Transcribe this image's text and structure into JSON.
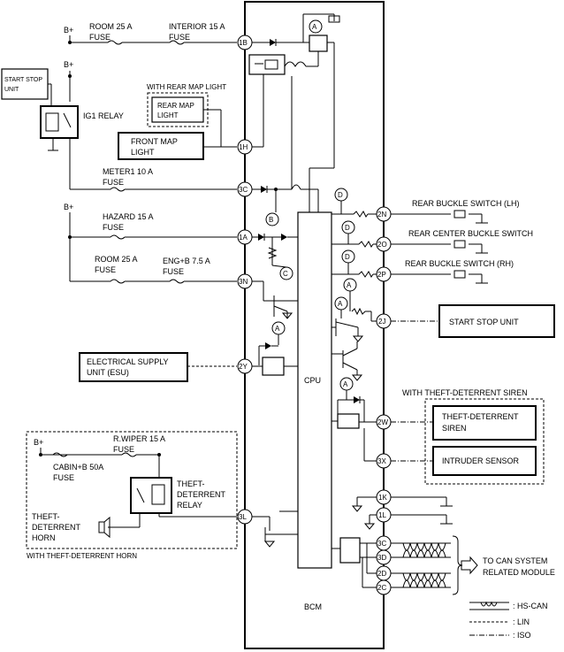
{
  "module": {
    "bcm_label": "BCM",
    "cpu_label": "CPU"
  },
  "power": {
    "b_plus": "B+"
  },
  "fuses": {
    "room_25a": "ROOM 25 A",
    "interior_15a": "INTERIOR 15 A",
    "meter1_10a": "METER1 10 A",
    "hazard_15a": "HAZARD 15 A",
    "room_25a_2": "ROOM 25 A",
    "eng_b_7_5a": "ENG+B 7.5 A",
    "r_wiper_15a": "R.WIPER 15 A",
    "cabin_b_50a": "CABIN+B 50A",
    "fuse_word": "FUSE"
  },
  "components": {
    "start_stop_unit_left_1": "START STOP",
    "start_stop_unit_left_2": "UNIT",
    "ig1_relay": "IG1 RELAY",
    "with_rear_map_light": "WITH REAR MAP LIGHT",
    "rear_map_light_1": "REAR MAP",
    "rear_map_light_2": "LIGHT",
    "front_map_light_1": "FRONT MAP",
    "front_map_light_2": "LIGHT",
    "esu_1": "ELECTRICAL SUPPLY",
    "esu_2": "UNIT (ESU)",
    "theft_relay_1": "THEFT-",
    "theft_relay_2": "DETERRENT",
    "theft_relay_3": "RELAY",
    "theft_horn_1": "THEFT-",
    "theft_horn_2": "DETERRENT",
    "theft_horn_3": "HORN",
    "with_theft_horn": "WITH THEFT-DETERRENT HORN",
    "rear_buckle_lh": "REAR BUCKLE SWITCH (LH)",
    "rear_center_buckle": "REAR CENTER BUCKLE SWITCH",
    "rear_buckle_rh": "REAR BUCKLE SWITCH (RH)",
    "start_stop_unit_right": "START STOP UNIT",
    "with_theft_siren": "WITH THEFT-DETERRENT SIREN",
    "theft_siren_1": "THEFT-DETERRENT",
    "theft_siren_2": "SIREN",
    "intruder_sensor": "INTRUDER SENSOR",
    "can_1": "TO CAN SYSTEM",
    "can_2": "RELATED MODULE"
  },
  "terminals": {
    "t1B": "1B",
    "t1H": "1H",
    "t3C": "3C",
    "t1A": "1A",
    "t3N": "3N",
    "t2Y": "2Y",
    "t3L": "3L",
    "t2N": "2N",
    "t2O": "2O",
    "t2P": "2P",
    "t2J": "2J",
    "t2W": "2W",
    "t3X": "3X",
    "t1K": "1K",
    "t1L": "1L",
    "t3C2": "3C",
    "t3D": "3D",
    "t2D": "2D",
    "t2C": "2C"
  },
  "markers": {
    "a": "A",
    "b": "B",
    "c": "C",
    "d": "D"
  },
  "legend": {
    "hs_can": ": HS-CAN",
    "lin": ": LIN",
    "iso": ": ISO"
  }
}
